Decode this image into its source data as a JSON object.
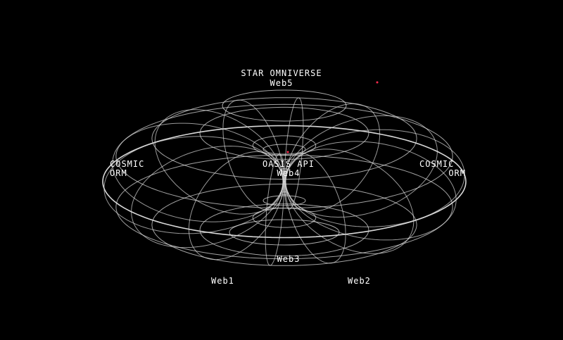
{
  "diagram": {
    "labels": {
      "top_title": "STAR OMNIVERSE",
      "top_sub": "Web5",
      "center_title": "OASIS API",
      "center_sub": "Web4",
      "left_line1": "COSMIC",
      "left_line2": "ORM",
      "right_line1": "COSMIC",
      "right_line2": "ORM",
      "bottom_center": "Web3",
      "bottom_left": "Web1",
      "bottom_right": "Web2"
    },
    "colors": {
      "background": "#000000",
      "wire": "#d8d8d8",
      "text": "#ffffff",
      "accent_dot": "#ff2a4d"
    }
  }
}
